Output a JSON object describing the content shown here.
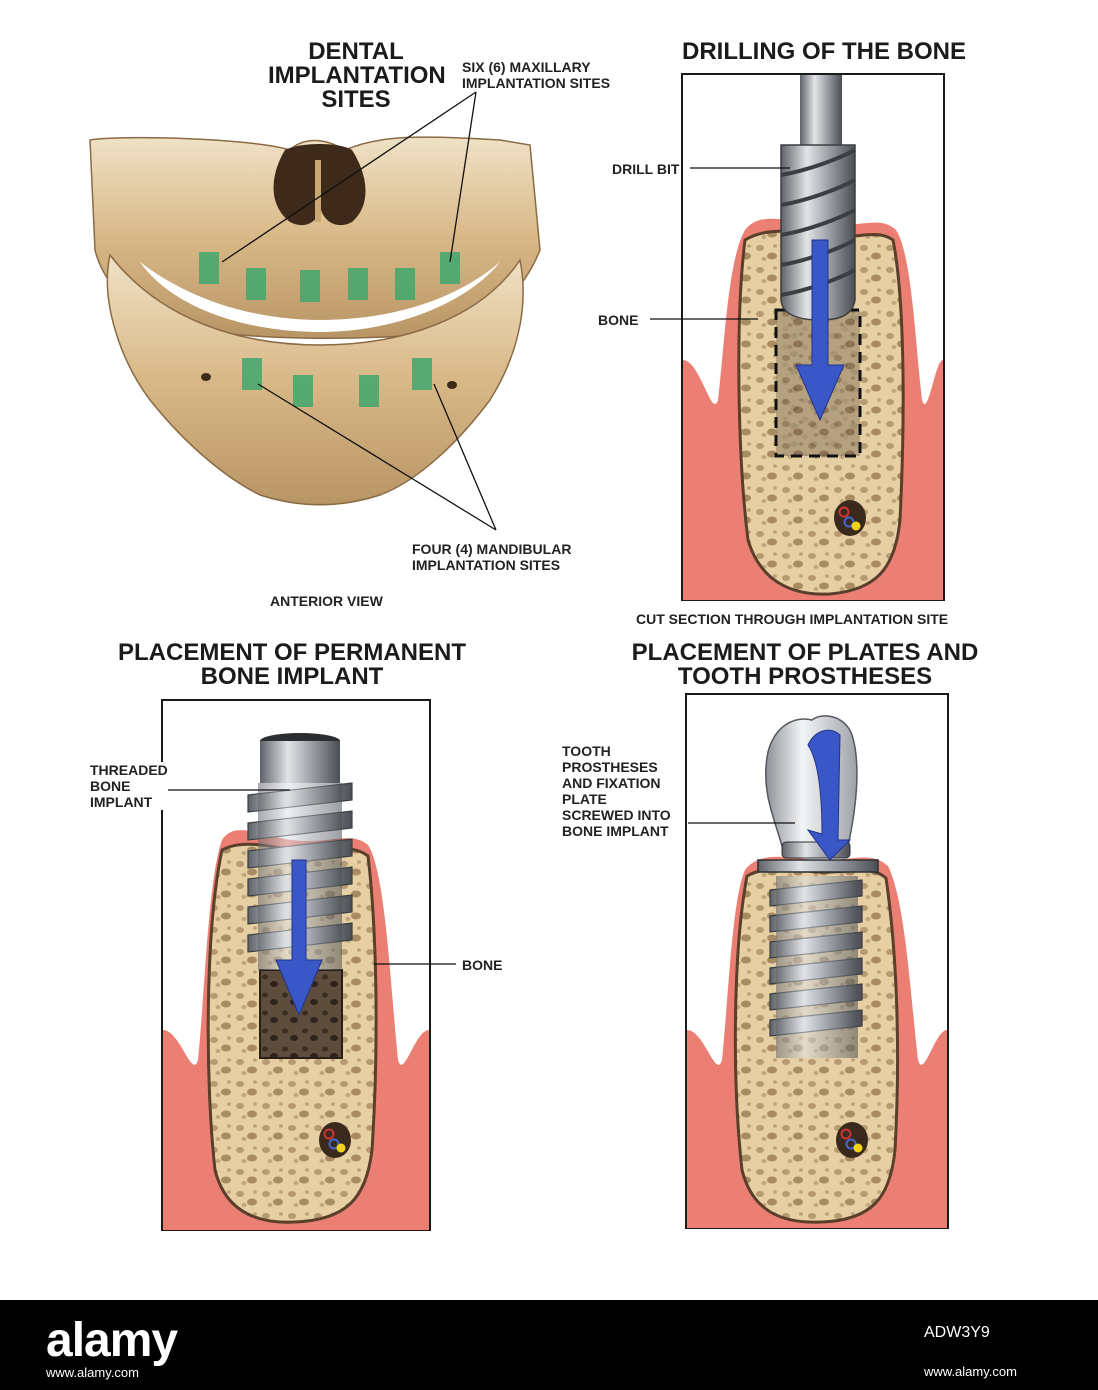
{
  "panels": {
    "implant_sites": {
      "title_lines": [
        "DENTAL",
        "IMPLANTATION",
        "SITES"
      ],
      "maxillary_label_lines": [
        "SIX (6) MAXILLARY",
        "IMPLANTATION SITES"
      ],
      "mandibular_label_lines": [
        "FOUR (4) MANDIBULAR",
        "IMPLANTATION SITES"
      ],
      "view_label": "ANTERIOR VIEW",
      "maxillary_site_count": 6,
      "mandibular_site_count": 4
    },
    "drilling": {
      "title": "DRILLING OF THE BONE",
      "drill_bit_label": "DRILL BIT",
      "bone_label": "BONE",
      "caption": "CUT SECTION THROUGH IMPLANTATION SITE"
    },
    "implant_placement": {
      "title_lines": [
        "PLACEMENT OF PERMANENT",
        "BONE IMPLANT"
      ],
      "implant_label_lines": [
        "THREADED",
        "BONE",
        "IMPLANT"
      ],
      "bone_label": "BONE"
    },
    "prosthesis": {
      "title_lines": [
        "PLACEMENT OF PLATES AND",
        "TOOTH PROSTHESES"
      ],
      "label_lines": [
        "TOOTH",
        "PROSTHESES",
        "AND FIXATION",
        "PLATE",
        "SCREWED INTO",
        "BONE IMPLANT"
      ]
    }
  },
  "watermark": {
    "logo": "alamy",
    "domain": "www.alamy.com",
    "image_id": "ADW3Y9"
  },
  "colors": {
    "gum": "#ec7f74",
    "bone": "#e8d2a8",
    "bone_outline": "#5a3f2a",
    "marker": "#3fa76f",
    "arrow": "#3a57c8",
    "skull": "#d9b887"
  }
}
